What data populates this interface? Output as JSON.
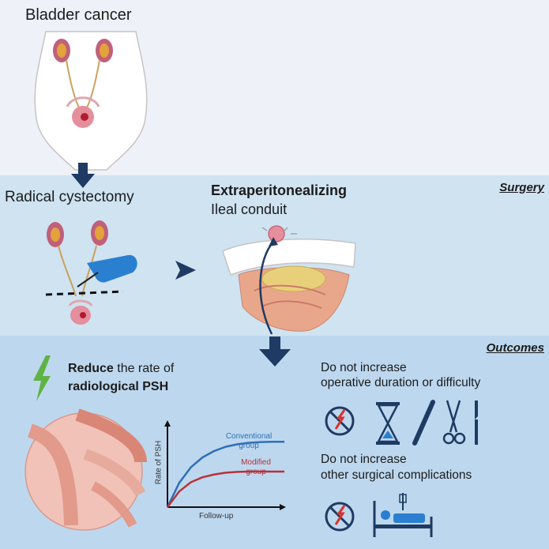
{
  "top": {
    "title": "Bladder cancer"
  },
  "surgery": {
    "tag": "Surgery",
    "left_title": "Radical  cystectomy",
    "right_title_bold": "Extraperitonealizing",
    "right_title_rest": "Ileal  conduit"
  },
  "outcomes": {
    "tag": "Outcomes",
    "reduce_bold": "Reduce",
    "reduce_rest": " the rate of",
    "reduce_line2": "radiological PSH",
    "item1_line1": "Do not increase",
    "item1_line2": "operative duration or difficulty",
    "item2_line1": "Do not increase",
    "item2_line2": "other surgical complications"
  },
  "chart_data": {
    "type": "line",
    "title": "",
    "xlabel": "Follow-up",
    "ylabel": "Rate of PSH",
    "x": [
      0,
      1,
      2,
      3,
      4,
      5,
      6,
      7,
      8,
      9,
      10
    ],
    "series": [
      {
        "name": "Conventional group",
        "color": "#2f6fb8",
        "values": [
          0,
          3.4,
          5.6,
          7.0,
          7.9,
          8.5,
          8.85,
          9.05,
          9.15,
          9.2,
          9.2
        ]
      },
      {
        "name": "Modified group",
        "color": "#b8323a",
        "values": [
          0,
          2.2,
          3.5,
          4.2,
          4.6,
          4.85,
          4.95,
          5.0,
          5.0,
          5.0,
          5.0
        ]
      }
    ],
    "xlim": [
      0,
      10
    ],
    "ylim": [
      0,
      12
    ],
    "grid": false
  },
  "colors": {
    "surgery_band": "#cfe3f1",
    "outcomes_band": "#bdd8ee",
    "arrow": "#1f3a63"
  }
}
